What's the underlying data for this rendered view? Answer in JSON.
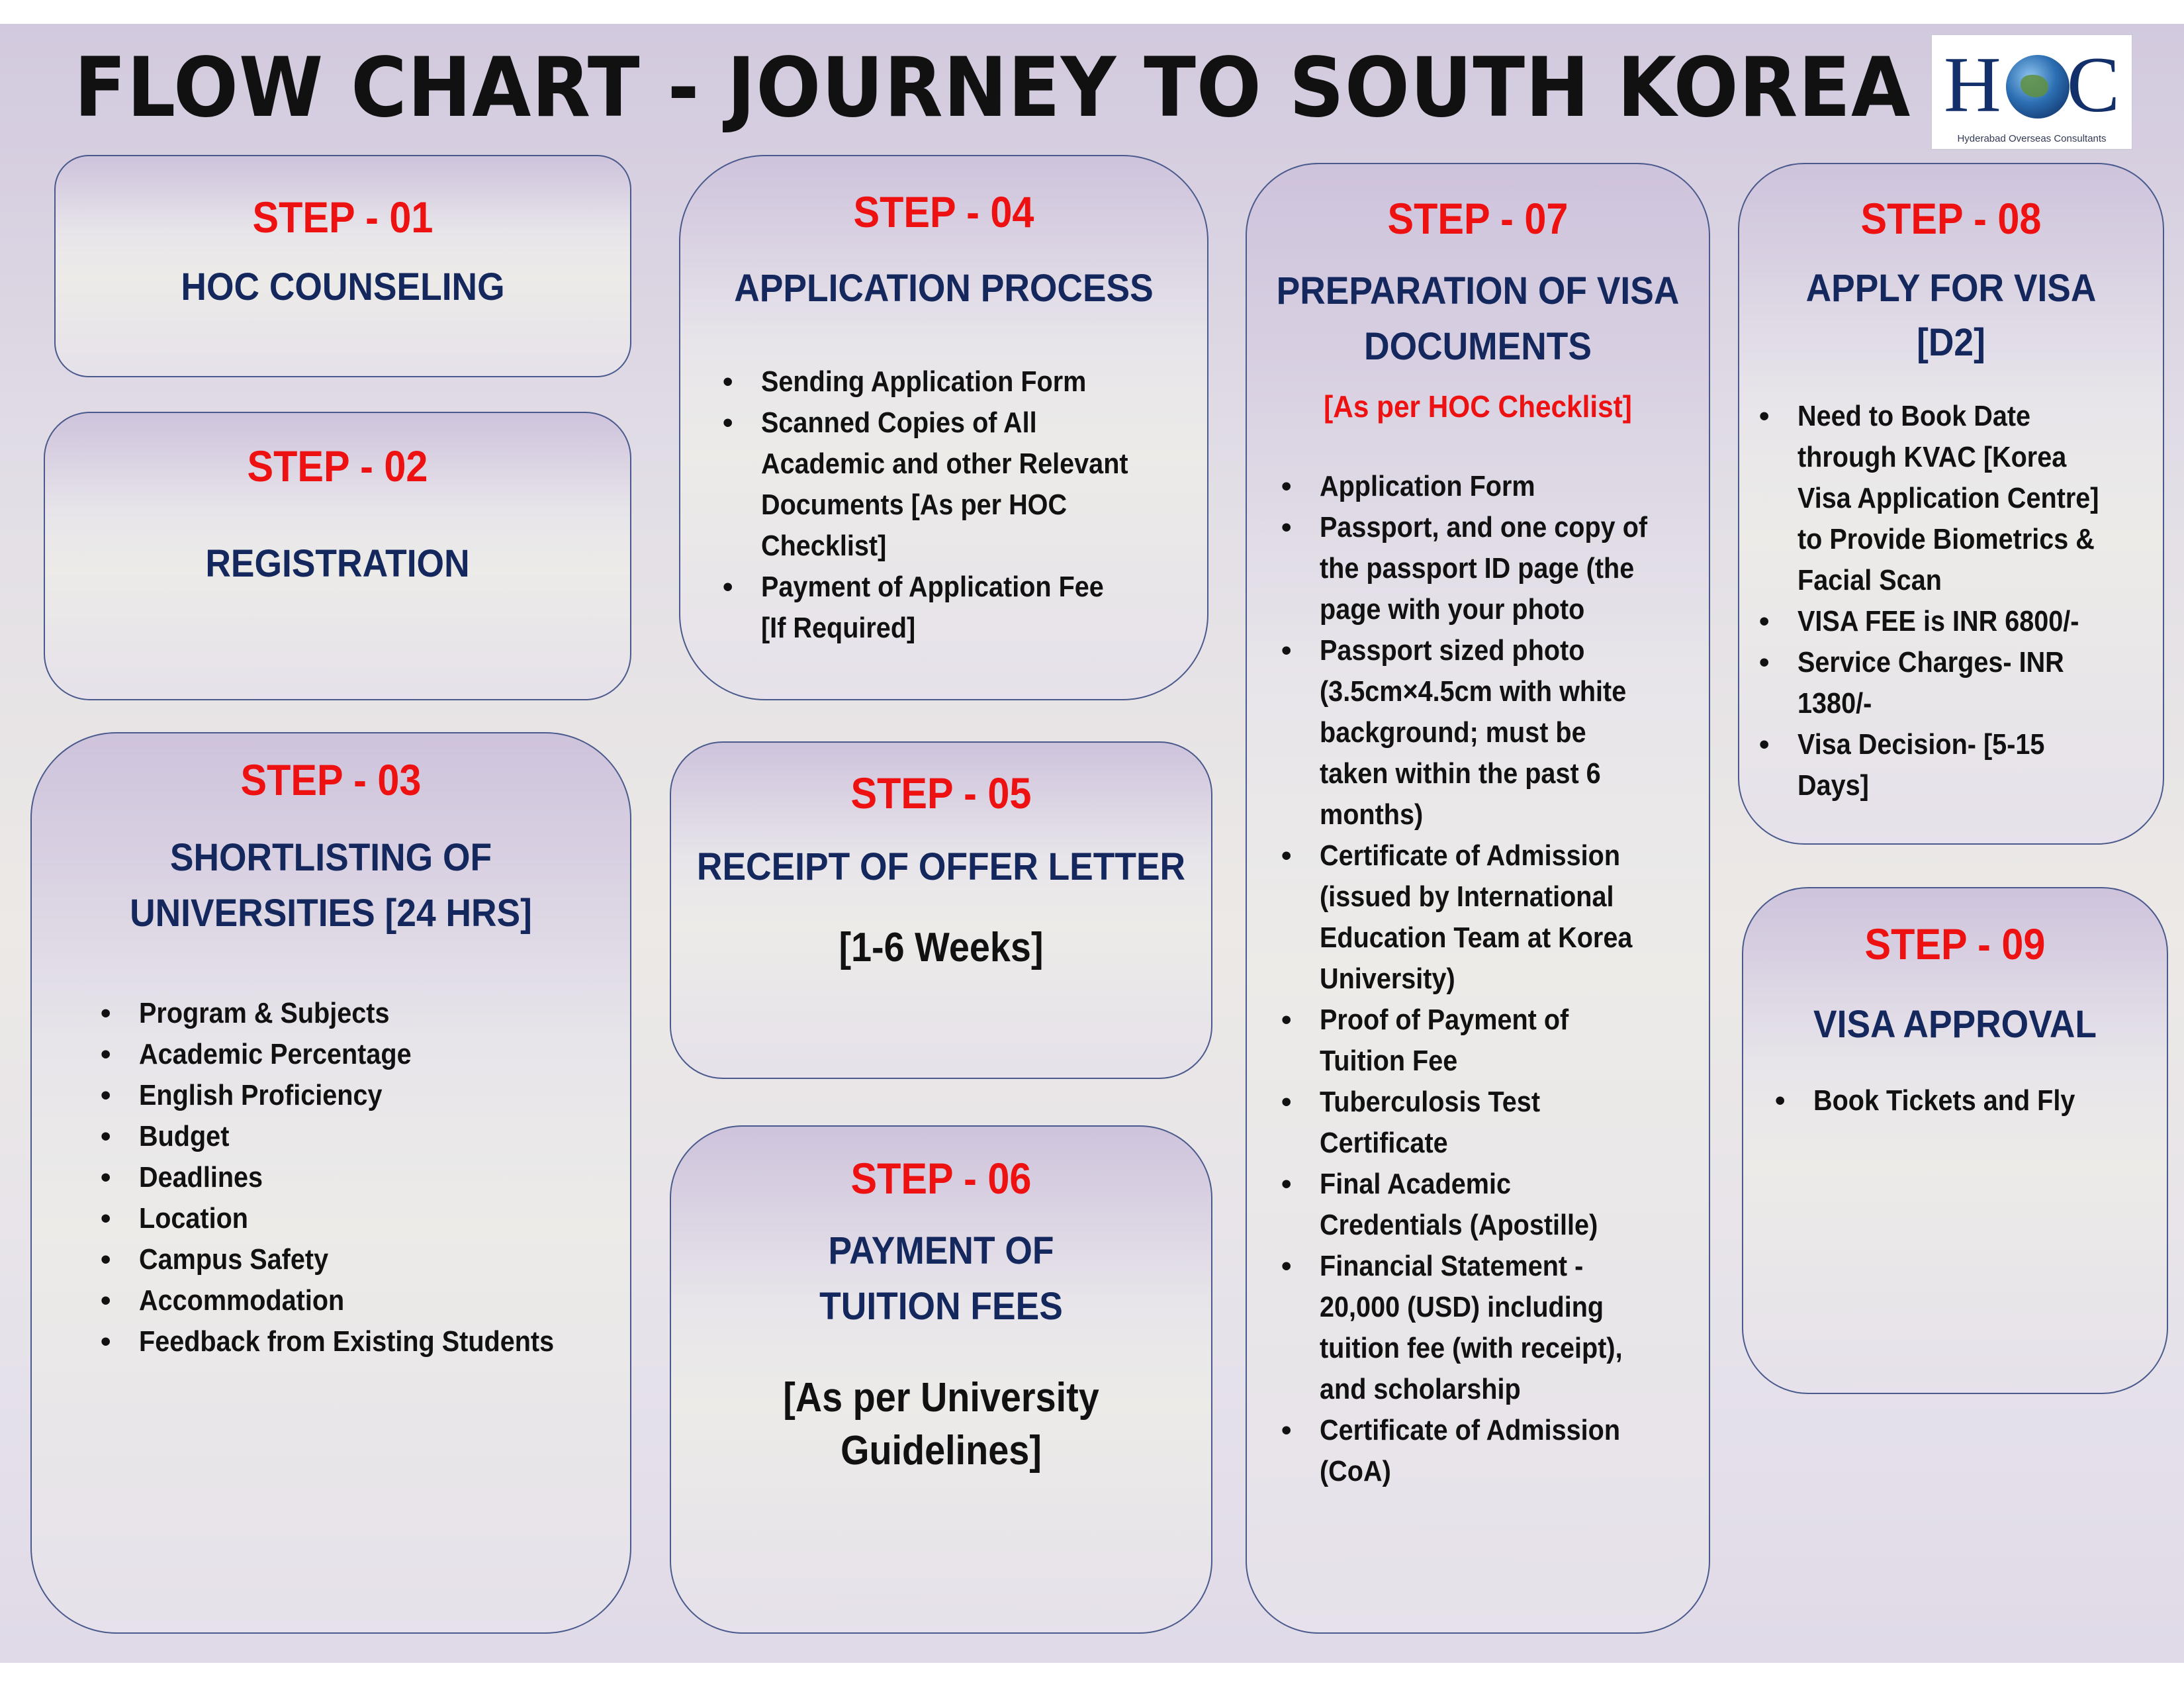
{
  "title": "FLOW CHART - JOURNEY TO SOUTH KOREA",
  "logo": {
    "letters_left": "H",
    "letters_right": "C",
    "tagline": "Hyderabad Overseas Consultants",
    "icon": "globe-icon"
  },
  "steps": {
    "s1": {
      "step": "STEP - 01",
      "heading": "HOC COUNSELING"
    },
    "s2": {
      "step": "STEP - 02",
      "heading": "REGISTRATION"
    },
    "s3": {
      "step": "STEP - 03",
      "heading_lines": [
        "SHORTLISTING OF",
        "UNIVERSITIES [24 HRS]"
      ],
      "items": [
        "Program & Subjects",
        "Academic Percentage",
        "English Proficiency",
        "Budget",
        "Deadlines",
        "Location",
        "Campus Safety",
        "Accommodation",
        "Feedback from Existing Students"
      ]
    },
    "s4": {
      "step": "STEP - 04",
      "heading": "APPLICATION PROCESS",
      "items": [
        "Sending Application Form",
        "Scanned Copies of All Academic and other Relevant Documents [As per HOC Checklist]",
        "Payment of Application Fee [If Required]"
      ]
    },
    "s5": {
      "step": "STEP - 05",
      "heading": "RECEIPT OF OFFER LETTER",
      "note": "[1-6 Weeks]"
    },
    "s6": {
      "step": "STEP - 06",
      "heading_lines": [
        "PAYMENT OF",
        "TUITION FEES"
      ],
      "note_lines": [
        "[As per University",
        "Guidelines]"
      ]
    },
    "s7": {
      "step": "STEP - 07",
      "heading_lines": [
        "PREPARATION OF VISA",
        "DOCUMENTS"
      ],
      "sub": "[As per HOC Checklist]",
      "items": [
        "Application Form",
        "Passport, and one copy of the passport ID page (the page with your photo",
        "Passport sized photo (3.5cm×4.5cm with white background; must be taken within the past 6 months)",
        "Certificate of Admission (issued by International Education Team at Korea University)",
        "Proof of Payment of Tuition Fee",
        "Tuberculosis Test Certificate",
        "Final Academic Credentials (Apostille)",
        "Financial Statement - 20,000 (USD) including tuition fee (with receipt), and scholarship",
        "Certificate of Admission (CoA)"
      ]
    },
    "s8": {
      "step": "STEP - 08",
      "heading_lines": [
        "APPLY FOR VISA",
        "[D2]"
      ],
      "items": [
        "Need to Book Date through KVAC [Korea Visa Application Centre] to Provide Biometrics & Facial Scan",
        "VISA FEE is  INR 6800/-",
        "Service  Charges- INR 1380/-",
        "Visa Decision- [5-15 Days]"
      ]
    },
    "s9": {
      "step": "STEP - 09",
      "heading": "VISA APPROVAL",
      "items": [
        "Book Tickets and Fly"
      ]
    }
  }
}
